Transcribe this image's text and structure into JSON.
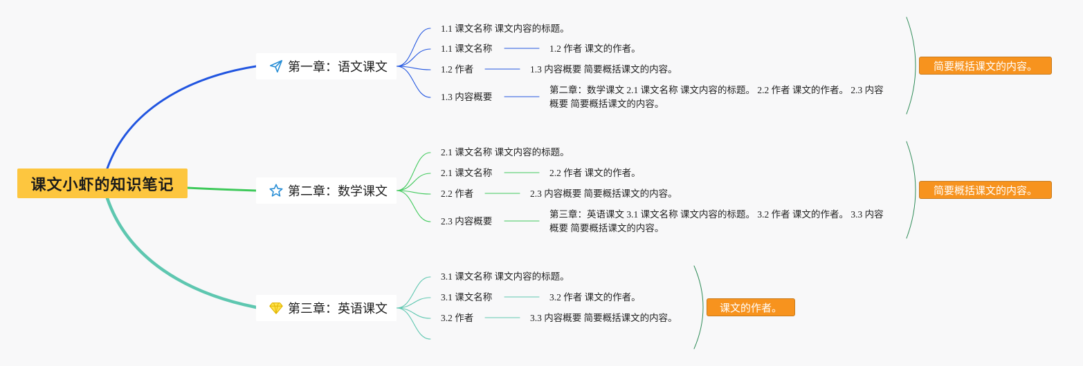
{
  "root": {
    "label": "课文小虾的知识笔记"
  },
  "chapters": [
    {
      "label": "第一章：语文课文",
      "icon": "paper-plane-icon",
      "color": "#2155e0",
      "items": [
        "1.1 课文名称 课文内容的标题。",
        "1.1 课文名称",
        "1.2 作者",
        "1.3 内容概要"
      ],
      "details": [
        "1.2 作者 课文的作者。",
        "1.3 内容概要 简要概括课文的内容。",
        "第二章：数学课文 2.1 课文名称 课文内容的标题。 2.2 作者 课文的作者。 2.3 内容概要 简要概括课文的内容。"
      ],
      "summary": "简要概括课文的内容。"
    },
    {
      "label": "第二章：数学课文",
      "icon": "star-icon",
      "color": "#3ec95a",
      "items": [
        "2.1 课文名称 课文内容的标题。",
        "2.1 课文名称",
        "2.2 作者",
        "2.3 内容概要"
      ],
      "details": [
        "2.2 作者 课文的作者。",
        "2.3 内容概要 简要概括课文的内容。",
        "第三章：英语课文 3.1 课文名称 课文内容的标题。 3.2 作者 课文的作者。 3.3 内容概要 简要概括课文的内容。"
      ],
      "summary": "简要概括课文的内容。"
    },
    {
      "label": "第三章：英语课文",
      "icon": "diamond-icon",
      "color": "#5ec7b0",
      "items": [
        "3.1 课文名称 课文内容的标题。",
        "3.1 课文名称",
        "3.2 作者"
      ],
      "details": [
        "3.2 作者 课文的作者。",
        "3.3 内容概要 简要概括课文的内容。"
      ],
      "summary": "课文的作者。"
    }
  ],
  "colors": {
    "summary_fill": "#f7931e",
    "summary_border": "#c77a1c",
    "root_fill": "#fdc63f"
  }
}
